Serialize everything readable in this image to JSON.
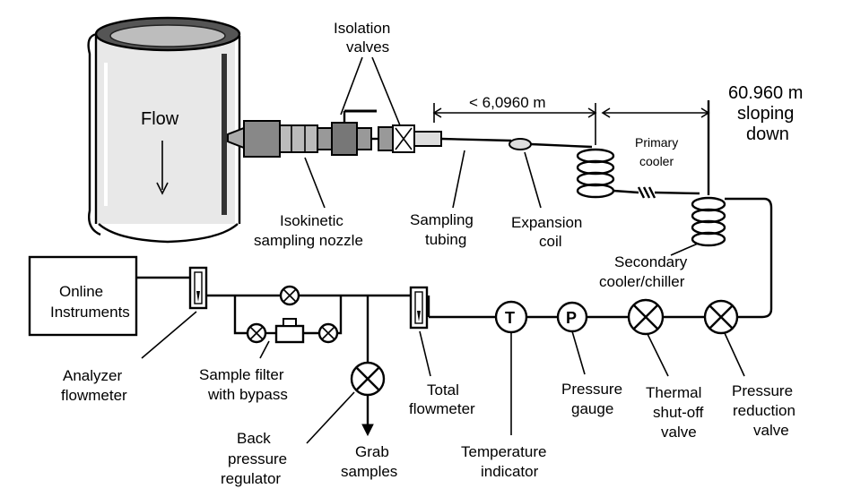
{
  "labels": {
    "flow": "Flow",
    "isolation_valves": [
      "Isolation",
      "valves"
    ],
    "sampling_distance": "< 6,0960 m",
    "sloping_distance": [
      "60.960 m",
      "sloping",
      "down"
    ],
    "primary_cooler": [
      "Primary",
      "cooler"
    ],
    "isokinetic_nozzle": [
      "Isokinetic",
      "sampling nozzle"
    ],
    "sampling_tubing": [
      "Sampling",
      "tubing"
    ],
    "expansion_coil": [
      "Expansion",
      "coil"
    ],
    "secondary_cooler": [
      "Secondary",
      "cooler/chiller"
    ],
    "online_instruments": [
      "Online",
      "Instruments"
    ],
    "analyzer_flowmeter": [
      "Analyzer",
      "flowmeter"
    ],
    "sample_filter": [
      "Sample filter",
      "with bypass"
    ],
    "back_pressure_regulator": [
      "Back",
      "pressure",
      "regulator"
    ],
    "grab_samples": [
      "Grab",
      "samples"
    ],
    "total_flowmeter": [
      "Total",
      "flowmeter"
    ],
    "temperature_indicator": [
      "Temperature",
      "indicator"
    ],
    "pressure_gauge": [
      "Pressure",
      "gauge"
    ],
    "thermal_shutoff_valve": [
      "Thermal",
      "shut-off",
      "valve"
    ],
    "pressure_reduction_valve": [
      "Pressure",
      "reduction",
      "valve"
    ]
  },
  "symbols": {
    "temperature": "T",
    "pressure": "P"
  }
}
